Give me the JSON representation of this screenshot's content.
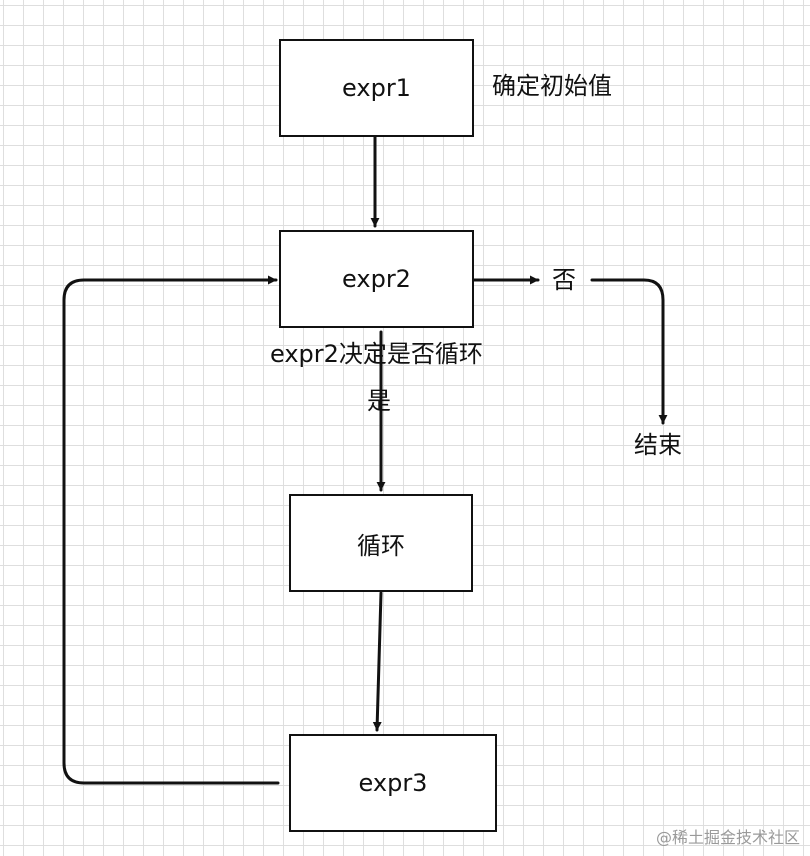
{
  "nodes": {
    "expr1": "expr1",
    "expr2": "expr2",
    "loop": "循环",
    "expr3": "expr3"
  },
  "annotations": {
    "init": "确定初始值",
    "decide": "expr2决定是否循环",
    "yes": "是",
    "no": "否",
    "end": "结束"
  },
  "watermark": "@稀土掘金技术社区",
  "colors": {
    "stroke": "#111111",
    "grid": "#dedede",
    "watermark": "#9a9a9a"
  }
}
